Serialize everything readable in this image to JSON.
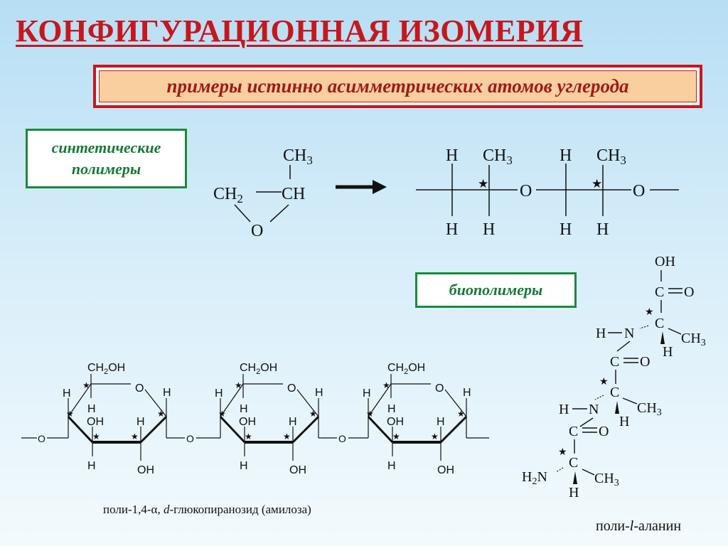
{
  "title": "КОНФИГУРАЦИОННАЯ ИЗОМЕРИЯ",
  "subtitle": "примеры истинно асимметрических атомов углерода",
  "synthetic_label": [
    "синтетические",
    "полимеры"
  ],
  "biopolymer_label": "биополимеры",
  "amylose_caption": [
    "поли-1,4-",
    "α",
    ", ",
    "d",
    "-глюкопиранозид (амилоза)"
  ],
  "alanine_caption": [
    "поли-",
    "l",
    "-аланин"
  ],
  "atoms": {
    "H": "H",
    "O": "O",
    "C": "C",
    "N": "N",
    "CH": "CH",
    "CH2": "CH",
    "CH3": "CH",
    "sub2": "2",
    "sub3": "3",
    "OH": "OH",
    "CH2OH_a": "CH",
    "CH2OH_b": "OH",
    "H2N_a": "H",
    "H2N_b": "N"
  },
  "star": "★",
  "colors": {
    "title": "#c8161d",
    "box_border": "#c8161d",
    "box_fill": "#f9cf9f",
    "green": "#1a8a3c"
  }
}
